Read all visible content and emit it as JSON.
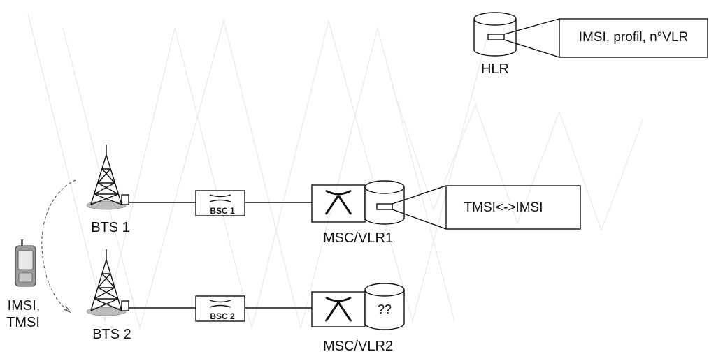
{
  "labels": {
    "hlr": "HLR",
    "hlr_box": "IMSI, profil, n°VLR",
    "vlr_box": "TMSI<->IMSI",
    "bts1": "BTS 1",
    "bts2": "BTS 2",
    "bsc1": "BSC 1",
    "bsc2": "BSC 2",
    "msc1": "MSC/VLR1",
    "msc2": "MSC/VLR2",
    "vlr2_db": "??",
    "phone_line1": "IMSI,",
    "phone_line2": "TMSI"
  },
  "colors": {
    "line": "#111111",
    "ground": "#bdbdbd",
    "phone_body": "#9a9a9a",
    "phone_screen": "#e8e8e8"
  },
  "icons": [
    "database-icon",
    "antenna-tower-icon",
    "switch-icon",
    "mobile-phone-icon"
  ]
}
